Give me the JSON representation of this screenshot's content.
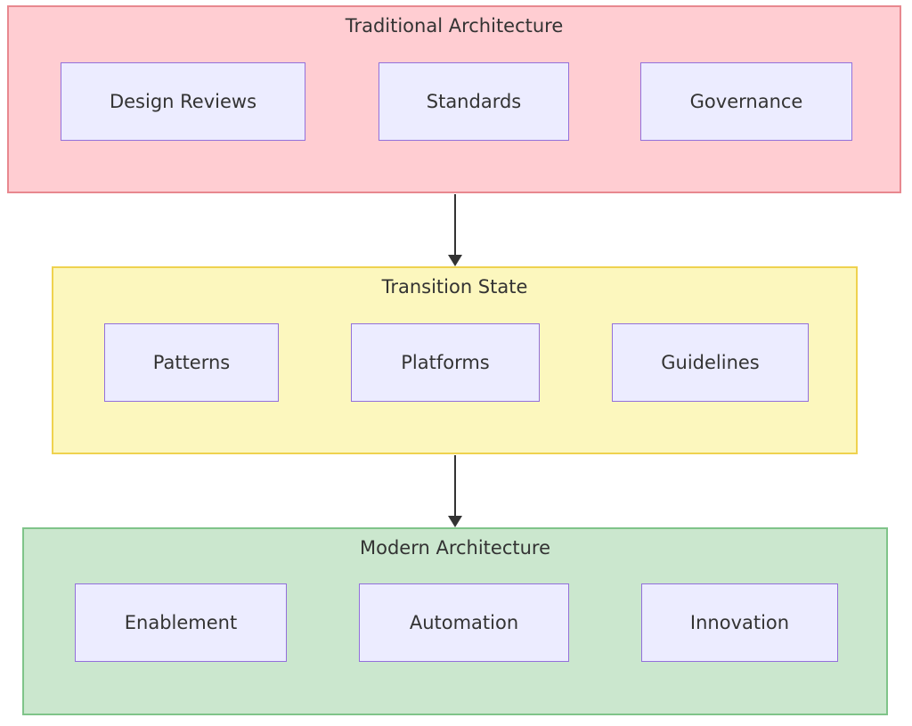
{
  "diagram": {
    "background_color": "#ffffff",
    "text_color": "#333333",
    "arrow_color": "#333333",
    "node_fill": "#ECECFF",
    "node_border": "#9370DB",
    "sections": [
      {
        "id": "traditional",
        "title": "Traditional Architecture",
        "fill": "#FFCDD2",
        "border": "#E8888F",
        "nodes": [
          {
            "label": "Design Reviews"
          },
          {
            "label": "Standards"
          },
          {
            "label": "Governance"
          }
        ]
      },
      {
        "id": "transition",
        "title": "Transition State",
        "fill": "#FCF7BE",
        "border": "#EFD24F",
        "nodes": [
          {
            "label": "Patterns"
          },
          {
            "label": "Platforms"
          },
          {
            "label": "Guidelines"
          }
        ]
      },
      {
        "id": "modern",
        "title": "Modern Architecture",
        "fill": "#CBE7CE",
        "border": "#7FC489",
        "nodes": [
          {
            "label": "Enablement"
          },
          {
            "label": "Automation"
          },
          {
            "label": "Innovation"
          }
        ]
      }
    ],
    "edges": [
      {
        "from": "traditional",
        "to": "transition",
        "direction": "down"
      },
      {
        "from": "transition",
        "to": "modern",
        "direction": "down"
      }
    ]
  }
}
